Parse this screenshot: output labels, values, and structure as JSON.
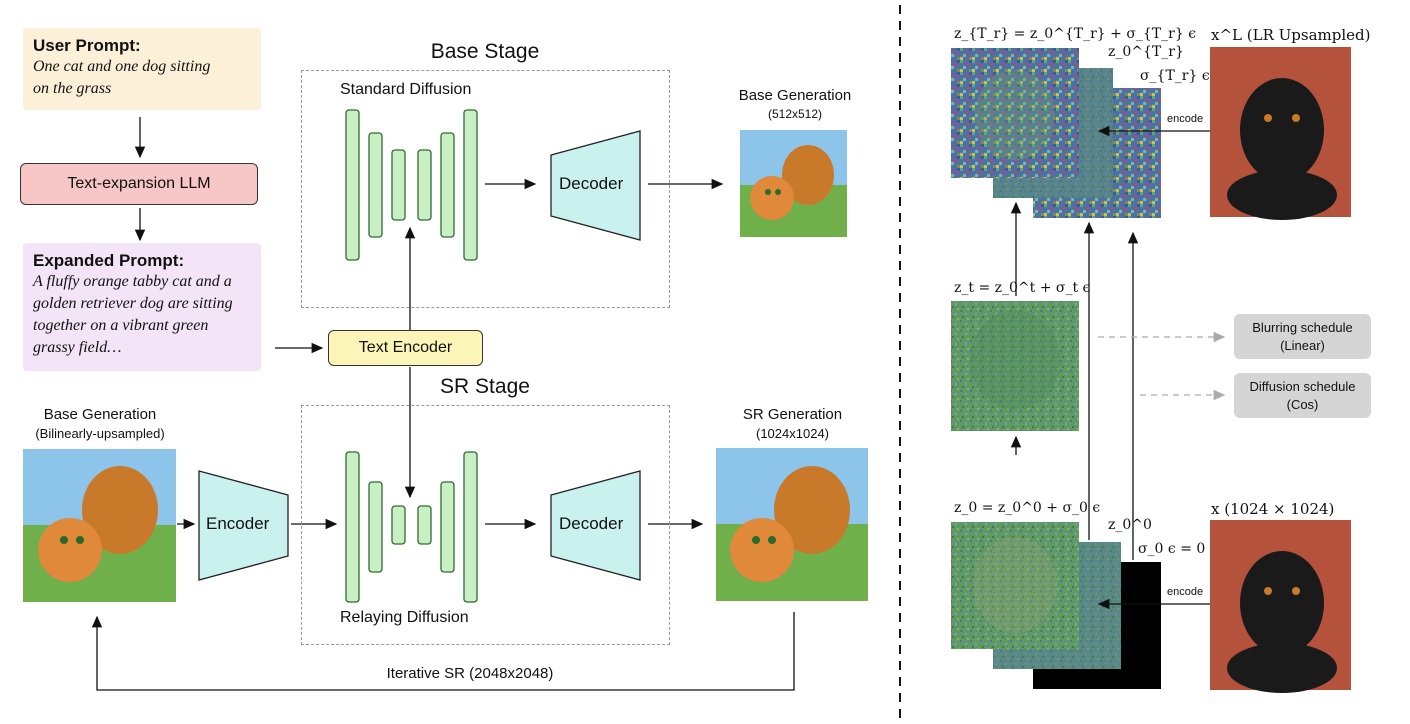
{
  "left": {
    "user_prompt_title": "User Prompt:",
    "user_prompt_text_1": "One cat and one dog sitting",
    "user_prompt_text_2": "on the grass",
    "llm_label": "Text-expansion LLM",
    "expanded_title": "Expanded Prompt:",
    "expanded_text_1": "A fluffy orange tabby cat and a",
    "expanded_text_2": "golden retriever dog are sitting",
    "expanded_text_3": "together on a vibrant green",
    "expanded_text_4": "grassy field…",
    "text_encoder": "Text Encoder",
    "base_stage_title": "Base Stage",
    "standard_diffusion": "Standard Diffusion",
    "decoder_label": "Decoder",
    "base_gen_label": "Base Generation",
    "base_gen_size": "(512x512)",
    "sr_stage_title": "SR Stage",
    "relaying_diffusion": "Relaying Diffusion",
    "encoder_label": "Encoder",
    "base_gen_up_label": "Base Generation",
    "base_gen_up_sub": "(Bilinearly-upsampled)",
    "sr_gen_label": "SR Generation",
    "sr_gen_size": "(1024x1024)",
    "iterative_sr": "Iterative SR (2048x2048)"
  },
  "right": {
    "eq_top": "z_{T_r} = z_0^{T_r} + σ_{T_r} ϵ",
    "z0_tr": "z_0^{T_r}",
    "sigma_tr": "σ_{T_r} ϵ",
    "xl_label": "x^L (LR Upsampled)",
    "encode_top": "encode",
    "eq_mid": "z_t = z_0^t + σ_t ϵ",
    "blur_1": "Blurring schedule",
    "blur_2": "(Linear)",
    "diff_1": "Diffusion schedule",
    "diff_2": "(Cos)",
    "eq_bottom": "z_0 = z_0^0 + σ_0 ϵ",
    "z0_0": "z_0^0",
    "sigma0": "σ_0 ϵ = 0",
    "x_label": "x (1024 × 1024)",
    "encode_bottom": "encode"
  },
  "colors": {
    "user_prompt_bg": "#fdf0d9",
    "llm_bg": "#f7c6c6",
    "expanded_bg": "#f3e4f7",
    "text_encoder_bg": "#fbf6b8",
    "unet_bar": "#c9efc4",
    "unet_border": "#2f6b2f",
    "coder_fill": "#c9f1ee",
    "grey_box": "#d5d5d5",
    "dog_bg": "#b5523c",
    "noise_blue": "#4f6fa8",
    "noise_green": "#5f9a63"
  }
}
